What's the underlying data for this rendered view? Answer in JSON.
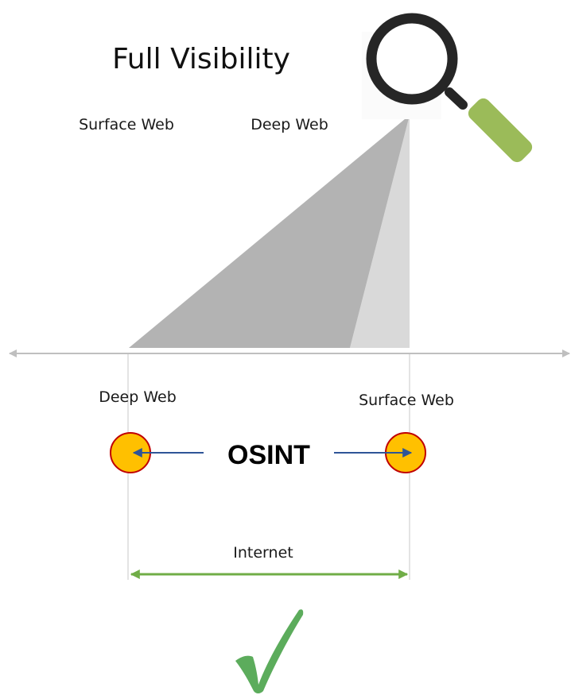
{
  "title": "Full Visibility",
  "top_labels": {
    "left": "Surface Web",
    "right": "Deep Web"
  },
  "axis_labels": {
    "left": "Deep Web",
    "right": "Surface Web"
  },
  "center_label": "OSINT",
  "span_label": "Internet",
  "icons": {
    "magnifier": "magnifying-glass-icon",
    "check": "check-mark-icon"
  },
  "colors": {
    "dark_wedge": "#b3b3b3",
    "light_wedge": "#d9d9d9",
    "axis": "#bfbfbf",
    "marker_fill": "#ffc000",
    "marker_stroke": "#c00000",
    "inner_arrow": "#2f5597",
    "span_arrow": "#70ad47",
    "magnifier_ring": "#262626",
    "magnifier_handle": "#9bbb59",
    "check": "#5cac5c"
  }
}
